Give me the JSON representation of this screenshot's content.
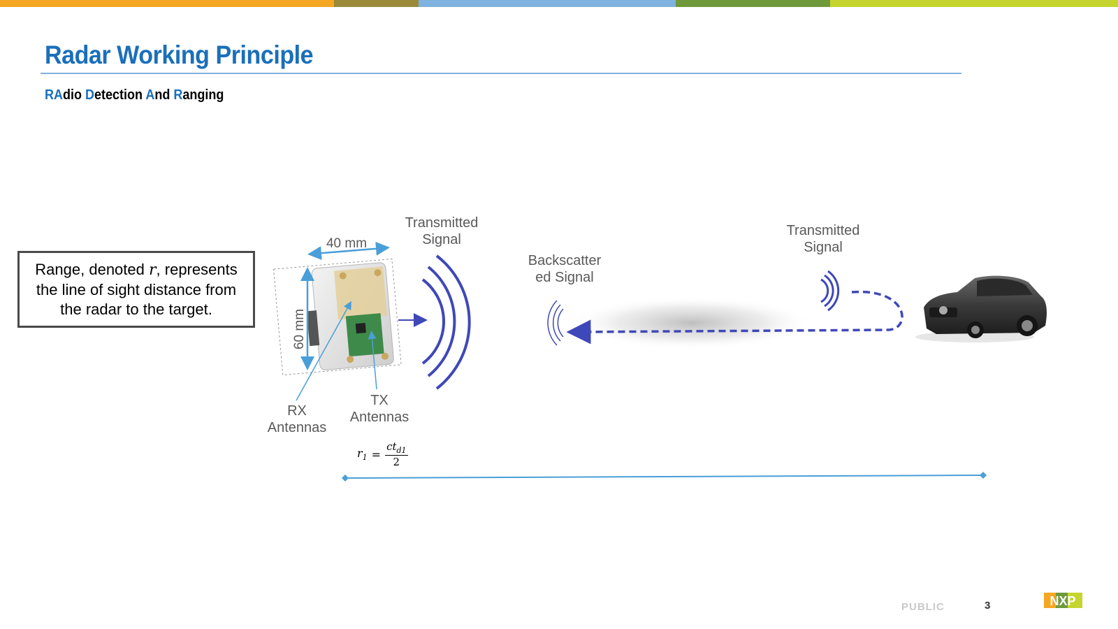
{
  "colors": {
    "accent": "#1a6fba",
    "signal": "#3f48b8",
    "dimension": "#4a9fd8",
    "band": [
      "#f5a623",
      "#9a8a3a",
      "#7fb2de",
      "#6f9a3c",
      "#c5d52e"
    ]
  },
  "slide": {
    "title": "Radar Working Principle",
    "subtitle": {
      "p1": "RA",
      "p2": "dio ",
      "p3": "D",
      "p4": "etection ",
      "p5": "A",
      "p6": "nd ",
      "p7": "R",
      "p8": "anging"
    }
  },
  "callout": {
    "part1": "Range, denoted ",
    "symbol": "r",
    "part2": ", represents the line of sight distance from the radar to the target."
  },
  "labels": {
    "width_dim": "40 mm",
    "height_dim": "60 mm",
    "tx_signal_left": "Transmitted Signal",
    "tx_signal_right": "Transmitted Signal",
    "backscatter": "Backscatter ed Signal",
    "rx_antennas": "RX Antennas",
    "tx_antennas": "TX Antennas"
  },
  "formula": {
    "lhs": "r",
    "lhs_sub": "1",
    "eq": "=",
    "num": "ct",
    "num_sub": "d1",
    "den": "2"
  },
  "footer": {
    "classification": "PUBLIC",
    "page": "3",
    "logo": "NXP"
  },
  "icons": [
    "radar-module-image",
    "car-image",
    "nxp-logo"
  ]
}
